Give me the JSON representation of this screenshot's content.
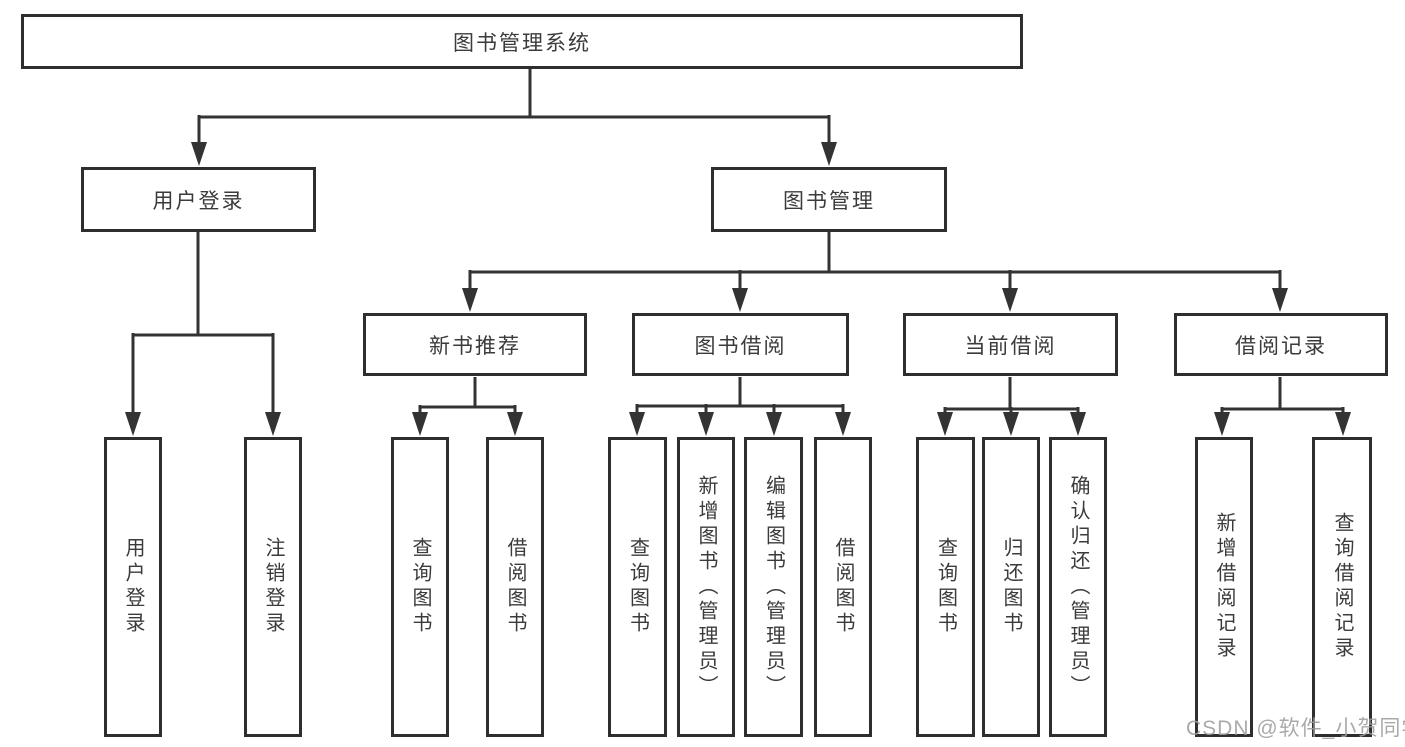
{
  "tree": {
    "root": {
      "label": "图书管理系统"
    },
    "branches": [
      {
        "label": "用户登录",
        "children": [
          {
            "label": "用户登录"
          },
          {
            "label": "注销登录"
          }
        ]
      },
      {
        "label": "图书管理",
        "children": [
          {
            "label": "新书推荐",
            "children": [
              {
                "label": "查询图书"
              },
              {
                "label": "借阅图书"
              }
            ]
          },
          {
            "label": "图书借阅",
            "children": [
              {
                "label": "查询图书"
              },
              {
                "label": "新增图书（管理员）"
              },
              {
                "label": "编辑图书（管理员）"
              },
              {
                "label": "借阅图书"
              }
            ]
          },
          {
            "label": "当前借阅",
            "children": [
              {
                "label": "查询图书"
              },
              {
                "label": "归还图书"
              },
              {
                "label": "确认归还（管理员）"
              }
            ]
          },
          {
            "label": "借阅记录",
            "children": [
              {
                "label": "新增借阅记录"
              },
              {
                "label": "查询借阅记录"
              }
            ]
          }
        ]
      }
    ]
  },
  "watermark": "CSDN @软件_小贺同学",
  "colors": {
    "line": "#333333",
    "box_border": "#2e2e2e",
    "text": "#3b3b3b",
    "watermark": "#9e9e9e",
    "background": "#ffffff"
  }
}
